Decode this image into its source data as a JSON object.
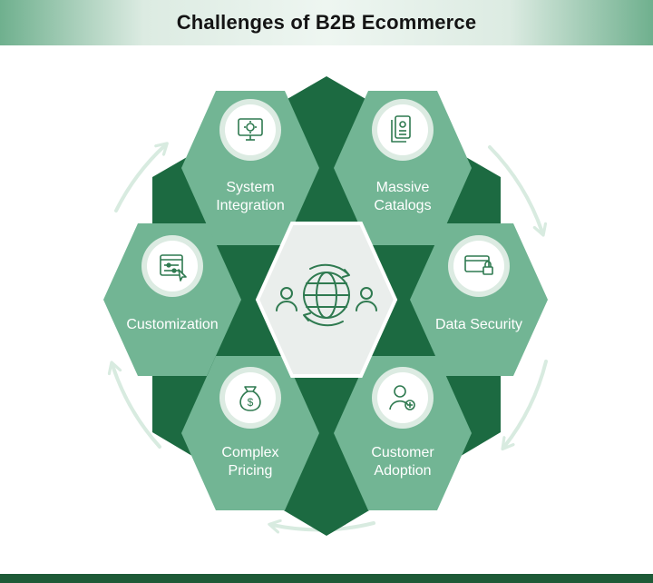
{
  "title": "Challenges of B2B Ecommerce",
  "center": {
    "icon": "globe-with-people-icon"
  },
  "segments": [
    {
      "id": "system-integration",
      "lines": [
        "System",
        "Integration"
      ],
      "icon": "monitor-gear-icon"
    },
    {
      "id": "massive-catalogs",
      "lines": [
        "Massive",
        "Catalogs"
      ],
      "icon": "catalog-icon"
    },
    {
      "id": "data-security",
      "lines": [
        "Data Security"
      ],
      "icon": "secure-card-icon"
    },
    {
      "id": "customer-adoption",
      "lines": [
        "Customer",
        "Adoption"
      ],
      "icon": "user-add-icon"
    },
    {
      "id": "complex-pricing",
      "lines": [
        "Complex",
        "Pricing"
      ],
      "icon": "money-bag-icon"
    },
    {
      "id": "customization",
      "lines": [
        "Customization"
      ],
      "icon": "settings-sliders-icon"
    }
  ],
  "colors": {
    "hex_fill": "#72b594",
    "dark_hex": "#1c6a41",
    "center_fill": "#eaeeec",
    "icon_stroke": "#2f7a50",
    "arrow": "#d8ebe0",
    "bottom_bar": "#1e5a37"
  }
}
